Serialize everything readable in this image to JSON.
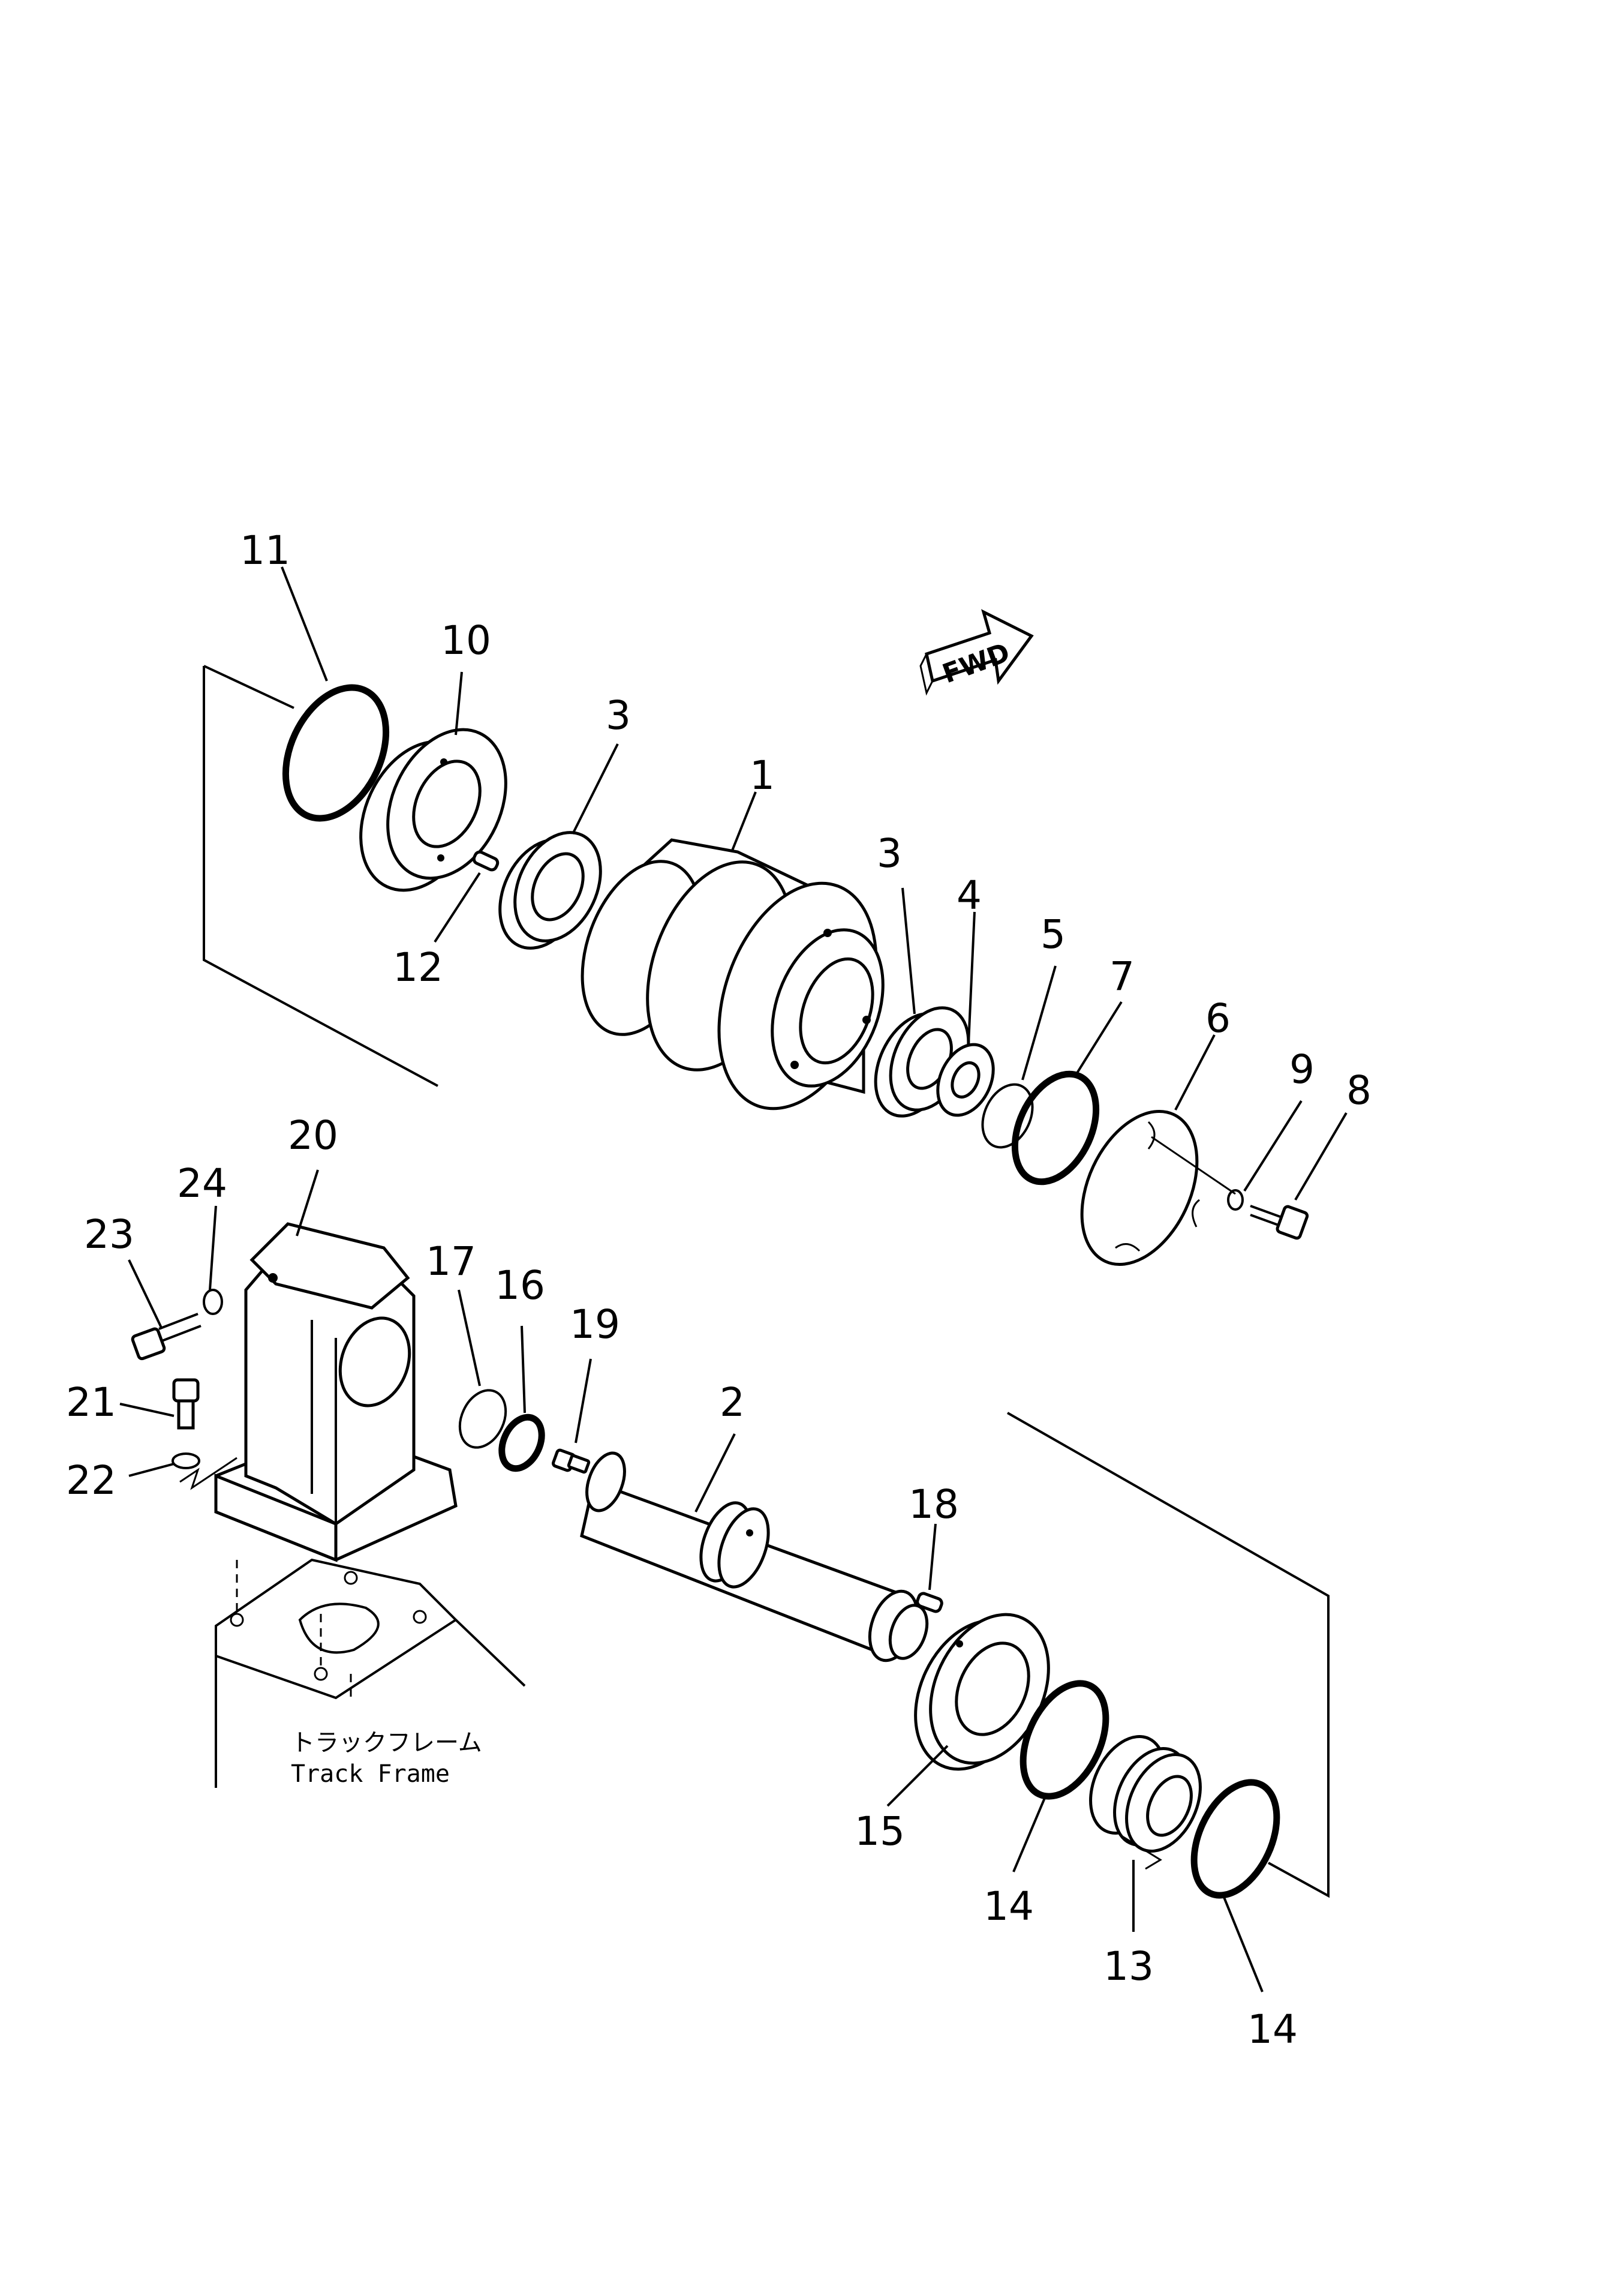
{
  "diagram": {
    "fwd_label": "FWD",
    "track_frame_jp": "トラックフレーム",
    "track_frame_en": "Track Frame",
    "callouts": [
      "11",
      "10",
      "3",
      "1",
      "3",
      "4",
      "5",
      "7",
      "6",
      "9",
      "8",
      "12",
      "20",
      "24",
      "23",
      "17",
      "16",
      "19",
      "2",
      "21",
      "22",
      "18",
      "15",
      "14",
      "13",
      "14"
    ]
  }
}
